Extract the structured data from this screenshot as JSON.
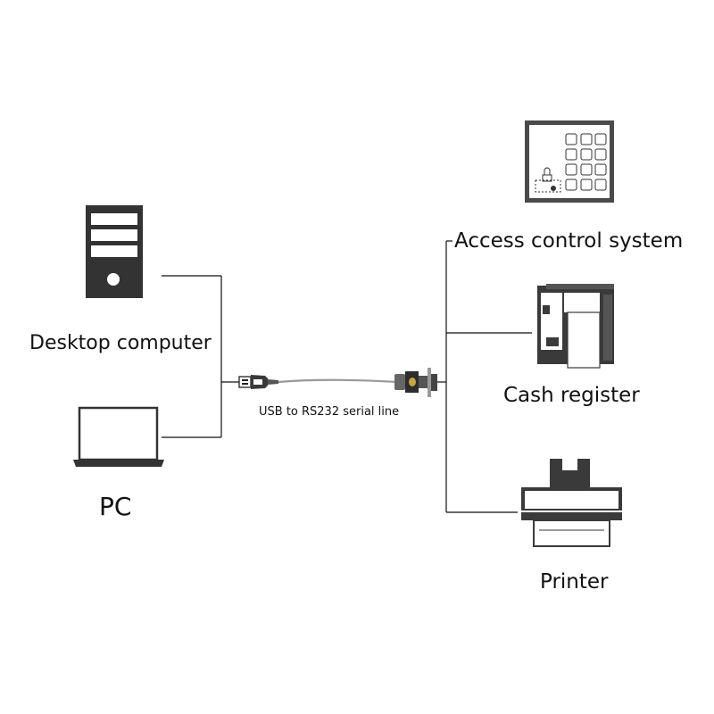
{
  "labels": {
    "desktop_computer": "Desktop computer",
    "pc": "PC",
    "cable": "USB to RS232 serial line",
    "access_control": "Access control system",
    "cash_register": "Cash register",
    "printer": "Printer"
  },
  "icons": {
    "desktop": "desktop-tower-icon",
    "laptop": "laptop-icon",
    "usb": "usb-plug-icon",
    "db9": "db9-connector-icon",
    "access": "keypad-panel-icon",
    "cash": "label-printer-icon",
    "printer": "printer-icon"
  },
  "colors": {
    "line": "#111111",
    "fill": "#333333",
    "background": "#ffffff"
  }
}
